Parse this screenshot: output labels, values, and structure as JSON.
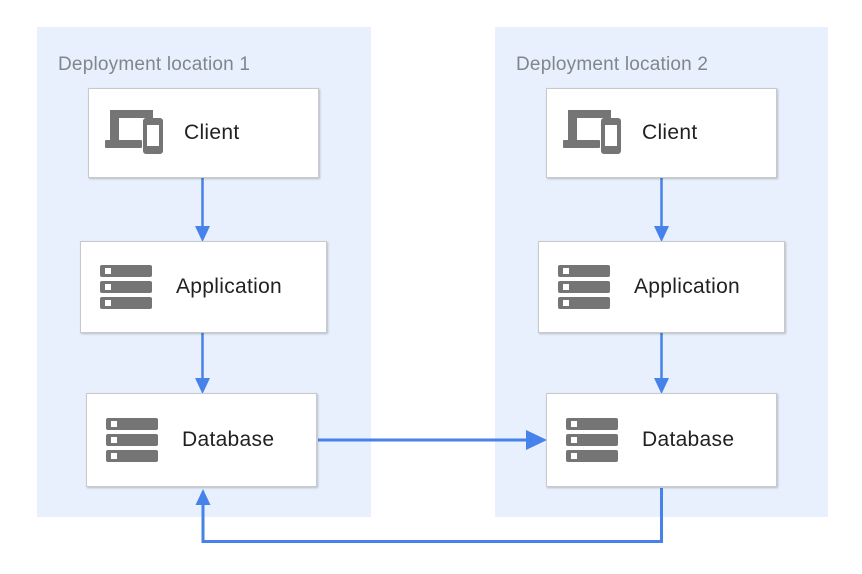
{
  "locations": [
    {
      "label": "Deployment location 1",
      "nodes": [
        {
          "id": "location-1-client",
          "label": "Client",
          "icon": "client-devices-icon"
        },
        {
          "id": "location-1-application",
          "label": "Application",
          "icon": "server-stack-icon"
        },
        {
          "id": "location-1-database",
          "label": "Database",
          "icon": "server-stack-icon"
        }
      ]
    },
    {
      "label": "Deployment location 2",
      "nodes": [
        {
          "id": "location-2-client",
          "label": "Client",
          "icon": "client-devices-icon"
        },
        {
          "id": "location-2-application",
          "label": "Application",
          "icon": "server-stack-icon"
        },
        {
          "id": "location-2-database",
          "label": "Database",
          "icon": "server-stack-icon"
        }
      ]
    }
  ],
  "edges": [
    {
      "from": "location-1-client",
      "to": "location-1-application"
    },
    {
      "from": "location-1-application",
      "to": "location-1-database"
    },
    {
      "from": "location-2-client",
      "to": "location-2-application"
    },
    {
      "from": "location-2-application",
      "to": "location-2-database"
    },
    {
      "from": "location-1-database",
      "to": "location-2-database"
    },
    {
      "from": "location-2-database",
      "to": "location-1-database"
    }
  ],
  "colors": {
    "panel_bg": "#e8f0fe",
    "arrow_blue": "#4781ea",
    "icon_gray": "#757575",
    "box_border": "#c9c9c9",
    "panel_label_gray": "#80868b",
    "node_label": "#212121"
  }
}
